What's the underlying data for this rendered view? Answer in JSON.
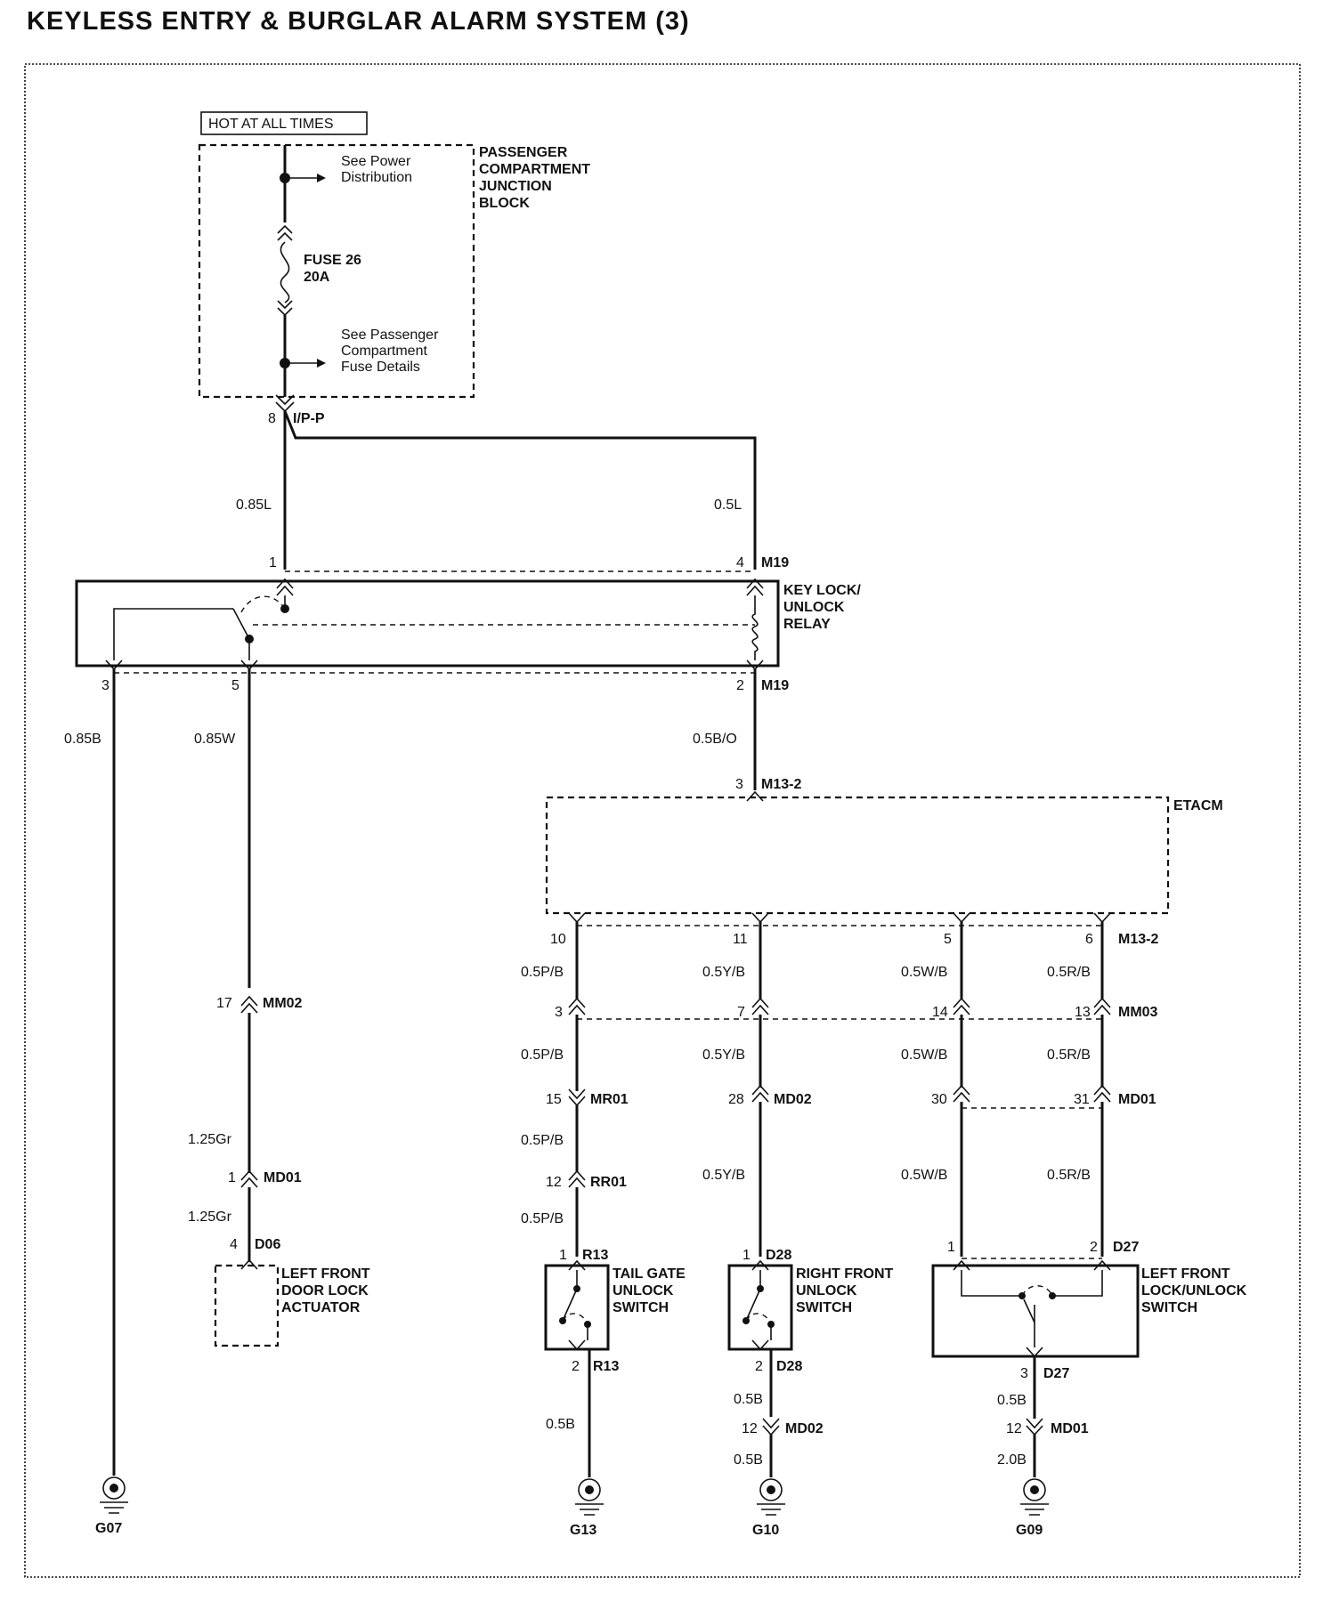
{
  "title": "KEYLESS ENTRY & BURGLAR ALARM SYSTEM (3)",
  "hot_label": "HOT AT ALL TIMES",
  "junction_block": {
    "label": [
      "PASSENGER",
      "COMPARTMENT",
      "JUNCTION",
      "BLOCK"
    ],
    "see_power": [
      "See Power",
      "Distribution"
    ],
    "fuse": [
      "FUSE 26",
      "20A"
    ],
    "see_fuse": [
      "See Passenger",
      "Compartment",
      "Fuse Details"
    ],
    "pin": "8",
    "connector": "I/P-P"
  },
  "wires": {
    "w_085L": "0.85L",
    "w_05L": "0.5L",
    "w_085B": "0.85B",
    "w_085W": "0.85W",
    "w_05BO": "0.5B/O",
    "w_125Gr": "1.25Gr",
    "w_05PB": "0.5P/B",
    "w_05YB": "0.5Y/B",
    "w_05WB": "0.5W/B",
    "w_05RB": "0.5R/B",
    "w_05B": "0.5B",
    "w_20B": "2.0B"
  },
  "relay": {
    "label": [
      "KEY LOCK/",
      "UNLOCK",
      "RELAY"
    ],
    "connector": "M19",
    "pin1": "1",
    "pin4": "4",
    "pin3": "3",
    "pin5": "5",
    "pin2": "2"
  },
  "etacm": {
    "label": "ETACM",
    "in_pin": "3",
    "connector": "M13-2",
    "out_pins": [
      "10",
      "11",
      "5",
      "6"
    ]
  },
  "connectors": {
    "mm02": "MM02",
    "mm02_pin": "17",
    "md01": "MD01",
    "md01_pin": "1",
    "d06": "D06",
    "d06_pin": "4",
    "mm03": "MM03",
    "mm03_pins": [
      "3",
      "7",
      "14",
      "13"
    ],
    "mr01": "MR01",
    "mr01_pin": "15",
    "md02": "MD02",
    "md02_pin": "28",
    "md01b_pins": [
      "30",
      "31"
    ],
    "rr01": "RR01",
    "rr01_pin": "12",
    "r13": "R13",
    "r13_pin1": "1",
    "r13_pin2": "2",
    "d28": "D28",
    "d28_pin1": "1",
    "d28_pin2": "2",
    "md02b_pin": "12",
    "d27": "D27",
    "d27_pin1": "1",
    "d27_pin2": "2",
    "d27_pin3": "3",
    "md01c_pin": "12"
  },
  "components": {
    "door_actuator": [
      "LEFT FRONT",
      "DOOR LOCK",
      "ACTUATOR"
    ],
    "tail_gate": [
      "TAIL GATE",
      "UNLOCK",
      "SWITCH"
    ],
    "right_front": [
      "RIGHT FRONT",
      "UNLOCK",
      "SWITCH"
    ],
    "left_front": [
      "LEFT FRONT",
      "LOCK/UNLOCK",
      "SWITCH"
    ]
  },
  "grounds": [
    "G07",
    "G13",
    "G10",
    "G09"
  ]
}
